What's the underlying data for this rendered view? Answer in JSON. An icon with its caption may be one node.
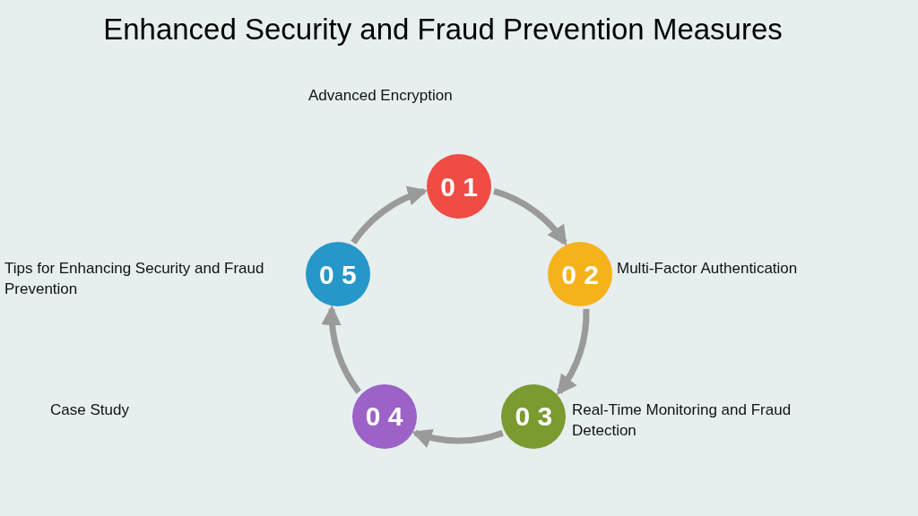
{
  "diagram": {
    "title": "Enhanced Security and Fraud Prevention Measures",
    "nodes": [
      {
        "text": [
          "0 1"
        ],
        "beside": [
          "Advanced Encryption"
        ]
      },
      {
        "text": [
          "0 2"
        ],
        "beside": [
          "Multi-Factor Authentication"
        ]
      },
      {
        "text": [
          "0 3"
        ],
        "beside": [
          "Real-Time Monitoring and Fraud Detection"
        ]
      },
      {
        "text": [
          "0 4"
        ]
      },
      {
        "text": [
          "0 5"
        ],
        "beside": [
          "Tips for Enhancing Security and Fraud Prevention"
        ]
      }
    ],
    "edges": [
      {
        "from": 0,
        "to": 1,
        "arrow": "to"
      },
      {
        "from": 1,
        "to": 2,
        "arrow": "to"
      },
      {
        "from": 2,
        "to": 3,
        "arrow": "to"
      },
      {
        "from": 3,
        "to": 4,
        "arrow": "to"
      },
      {
        "from": 4,
        "to": 0,
        "arrow": "to"
      }
    ],
    "labels": [
      "Case Study"
    ]
  }
}
